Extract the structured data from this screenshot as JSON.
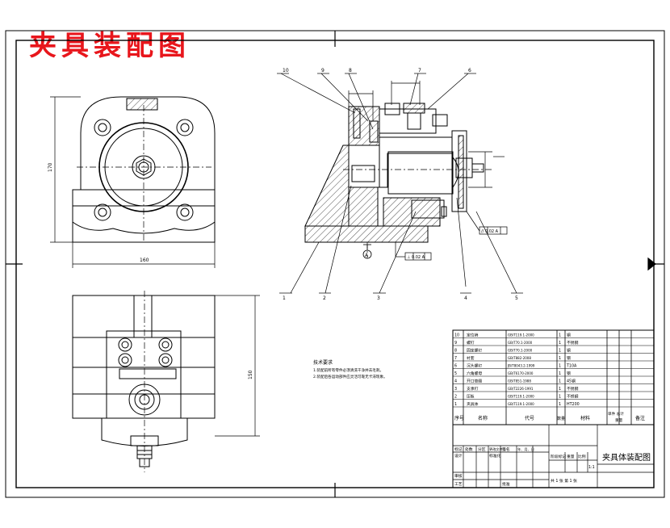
{
  "heading": "夹具装配图",
  "colors": {
    "heading": "#e8161c",
    "line": "#000000",
    "hatch": "#000000",
    "paper": "#ffffff"
  },
  "dimensions": {
    "height_left": "170",
    "width_front": "160",
    "height_plan": "150",
    "gdt_1": "⊥ 0.02 A",
    "gdt_2": "// 0.02 A"
  },
  "callouts": [
    "10",
    "9",
    "8",
    "7",
    "6",
    "1",
    "2",
    "3",
    "4",
    "5"
  ],
  "datum": "A",
  "notes": {
    "title": "技术要求",
    "lines": [
      "1.装配前所有零件必须清洗干净并去毛刺。",
      "2.装配后各运动部件应灵活可靠无卡滞现象。"
    ]
  },
  "parts_list": {
    "rows": [
      [
        "10",
        "定位销",
        "GB/T119.1-2000",
        "1",
        "钢",
        ""
      ],
      [
        "9",
        "螺钉",
        "GB/T70.1-2000",
        "1",
        "不锈钢",
        ""
      ],
      [
        "8",
        "固定螺钉",
        "GB/T70.1-2000",
        "1",
        "钢",
        ""
      ],
      [
        "7",
        "衬套",
        "GB/T882-2008",
        "1",
        "钢",
        ""
      ],
      [
        "6",
        "沉头螺钉",
        "JB/T8043.2-1999",
        "1",
        "T10A",
        ""
      ],
      [
        "5",
        "六角螺母",
        "GB/T6170-2000",
        "1",
        "钢",
        ""
      ],
      [
        "4",
        "开口垫圈",
        "GB/T851-1988",
        "1",
        "45钢",
        ""
      ],
      [
        "3",
        "支承钉",
        "GB/T2226-1991",
        "1",
        "不锈钢",
        ""
      ],
      [
        "2",
        "压板",
        "GB/T119.1-2000",
        "1",
        "不锈钢",
        ""
      ],
      [
        "1",
        "夹具体",
        "GB/T119.1-2000",
        "1",
        "HT200",
        ""
      ]
    ],
    "header": [
      "序号",
      "名称",
      "代号",
      "数量",
      "材料",
      "单件 总计",
      "重量",
      "备注"
    ]
  },
  "title_block": {
    "name": "夹具体装配图",
    "mark": "标记",
    "count": "处数",
    "zone": "分区",
    "doc_no": "更改文件号",
    "signature": "签名",
    "date": "年、月、日",
    "design": "设计",
    "standard": "标准化",
    "stage_mark": "阶段标记",
    "weight": "重量",
    "scale": "比例",
    "scale_value": "1:1",
    "review": "审核",
    "process": "工艺",
    "approve": "批准",
    "sheets": "共 1 张  第 1 张"
  }
}
